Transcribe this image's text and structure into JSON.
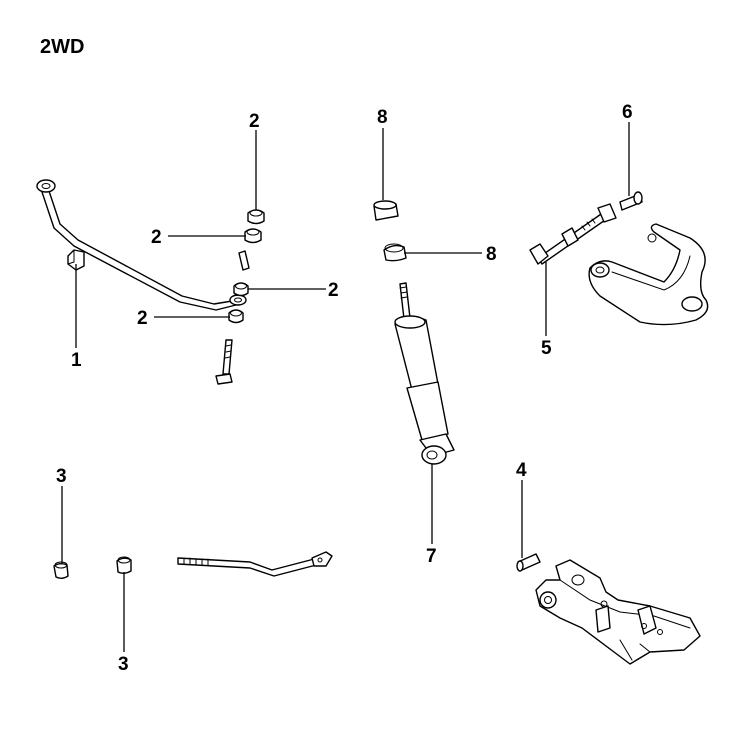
{
  "title": "2WD",
  "callouts": [
    {
      "id": "c1",
      "text": "1"
    },
    {
      "id": "c2a",
      "text": "2"
    },
    {
      "id": "c2b",
      "text": "2"
    },
    {
      "id": "c2c",
      "text": "2"
    },
    {
      "id": "c2d",
      "text": "2"
    },
    {
      "id": "c3a",
      "text": "3"
    },
    {
      "id": "c3b",
      "text": "3"
    },
    {
      "id": "c4",
      "text": "4"
    },
    {
      "id": "c5",
      "text": "5"
    },
    {
      "id": "c6",
      "text": "6"
    },
    {
      "id": "c7",
      "text": "7"
    },
    {
      "id": "c8a",
      "text": "8"
    },
    {
      "id": "c8b",
      "text": "8"
    }
  ]
}
